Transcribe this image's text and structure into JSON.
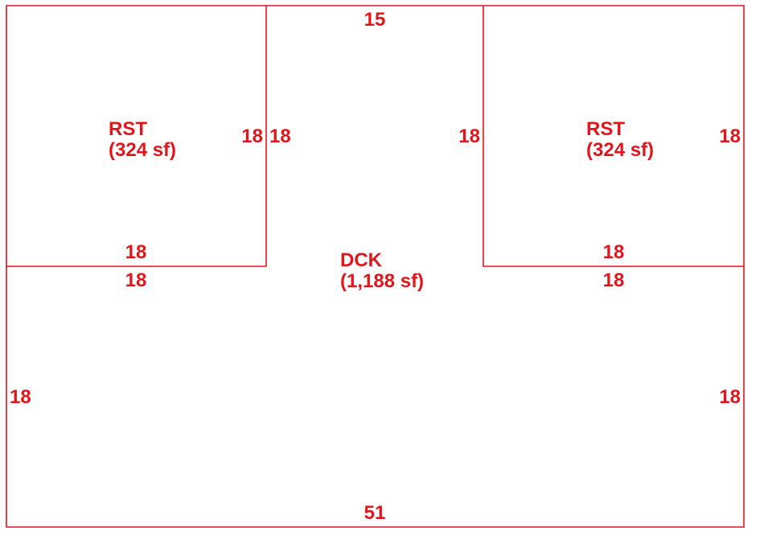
{
  "colors": {
    "line": "#e0161d",
    "text": "#e0161d",
    "background": "#ffffff"
  },
  "areas": {
    "left_room": {
      "name": "RST",
      "area": "(324 sf)"
    },
    "right_room": {
      "name": "RST",
      "area": "(324 sf)"
    },
    "deck": {
      "name": "DCK",
      "area": "(1,188 sf)"
    }
  },
  "dimensions": {
    "top_gap": "15",
    "bottom": "51",
    "left_room_right_side": "18",
    "left_room_bottom": "18",
    "deck_left_room_edge_bottom": "18",
    "deck_left_inner_side": "18",
    "deck_right_inner_side": "18",
    "right_room_right_side": "18",
    "right_room_bottom": "18",
    "deck_right_room_edge_bottom": "18",
    "deck_left_side": "18",
    "deck_right_side": "18"
  }
}
